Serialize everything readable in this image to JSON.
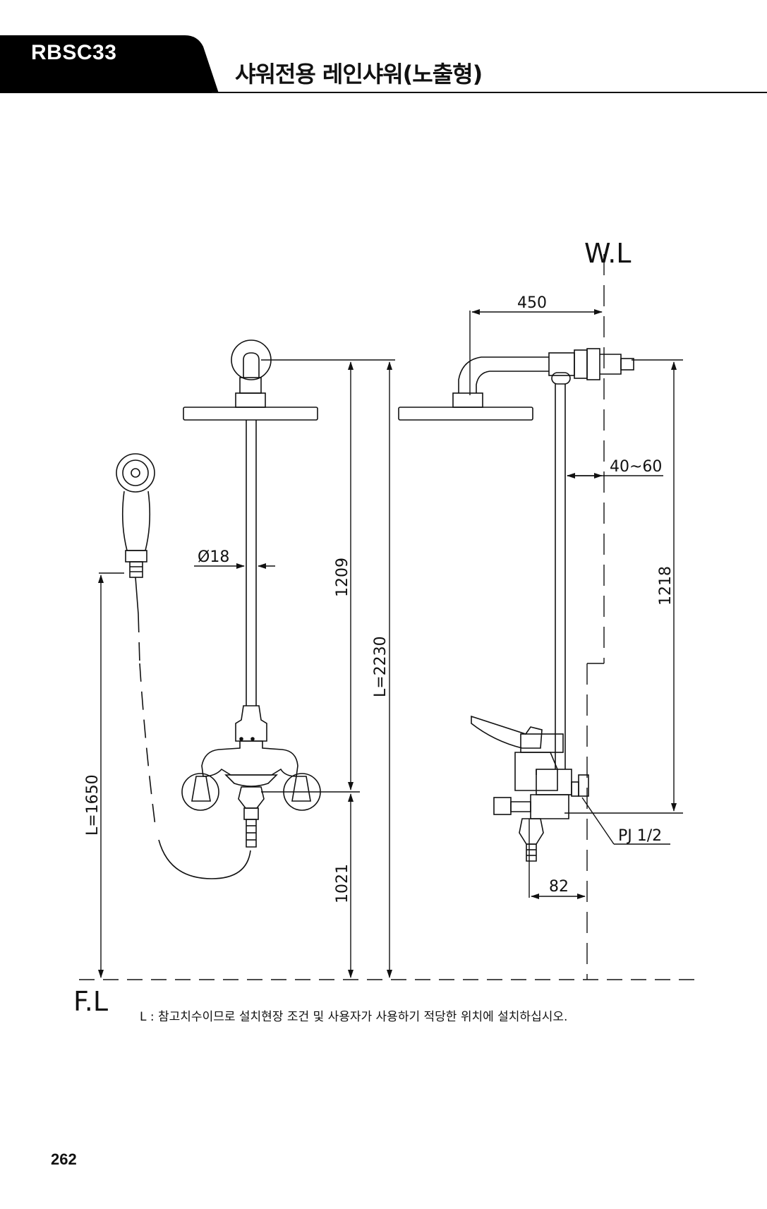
{
  "header": {
    "model": "RBSC33",
    "title": "샤워전용 레인샤워(노출형)"
  },
  "drawing": {
    "labels": {
      "wall_line": "W.L",
      "floor_line": "F.L",
      "pipe_diameter": "Ø18"
    },
    "dimensions": {
      "arm_length": "450",
      "wall_offset": "40~60",
      "riser_height_front": "1209",
      "riser_height_side": "1218",
      "total_length": "L=2230",
      "valve_height": "1021",
      "hand_shower_length": "L=1650",
      "connection": "PJ 1/2",
      "valve_depth": "82"
    },
    "note": "L : 참고치수이므로 설치현장 조건 및 사용자가 사용하기 적당한 위치에 설치하십시오."
  },
  "page_number": "262"
}
